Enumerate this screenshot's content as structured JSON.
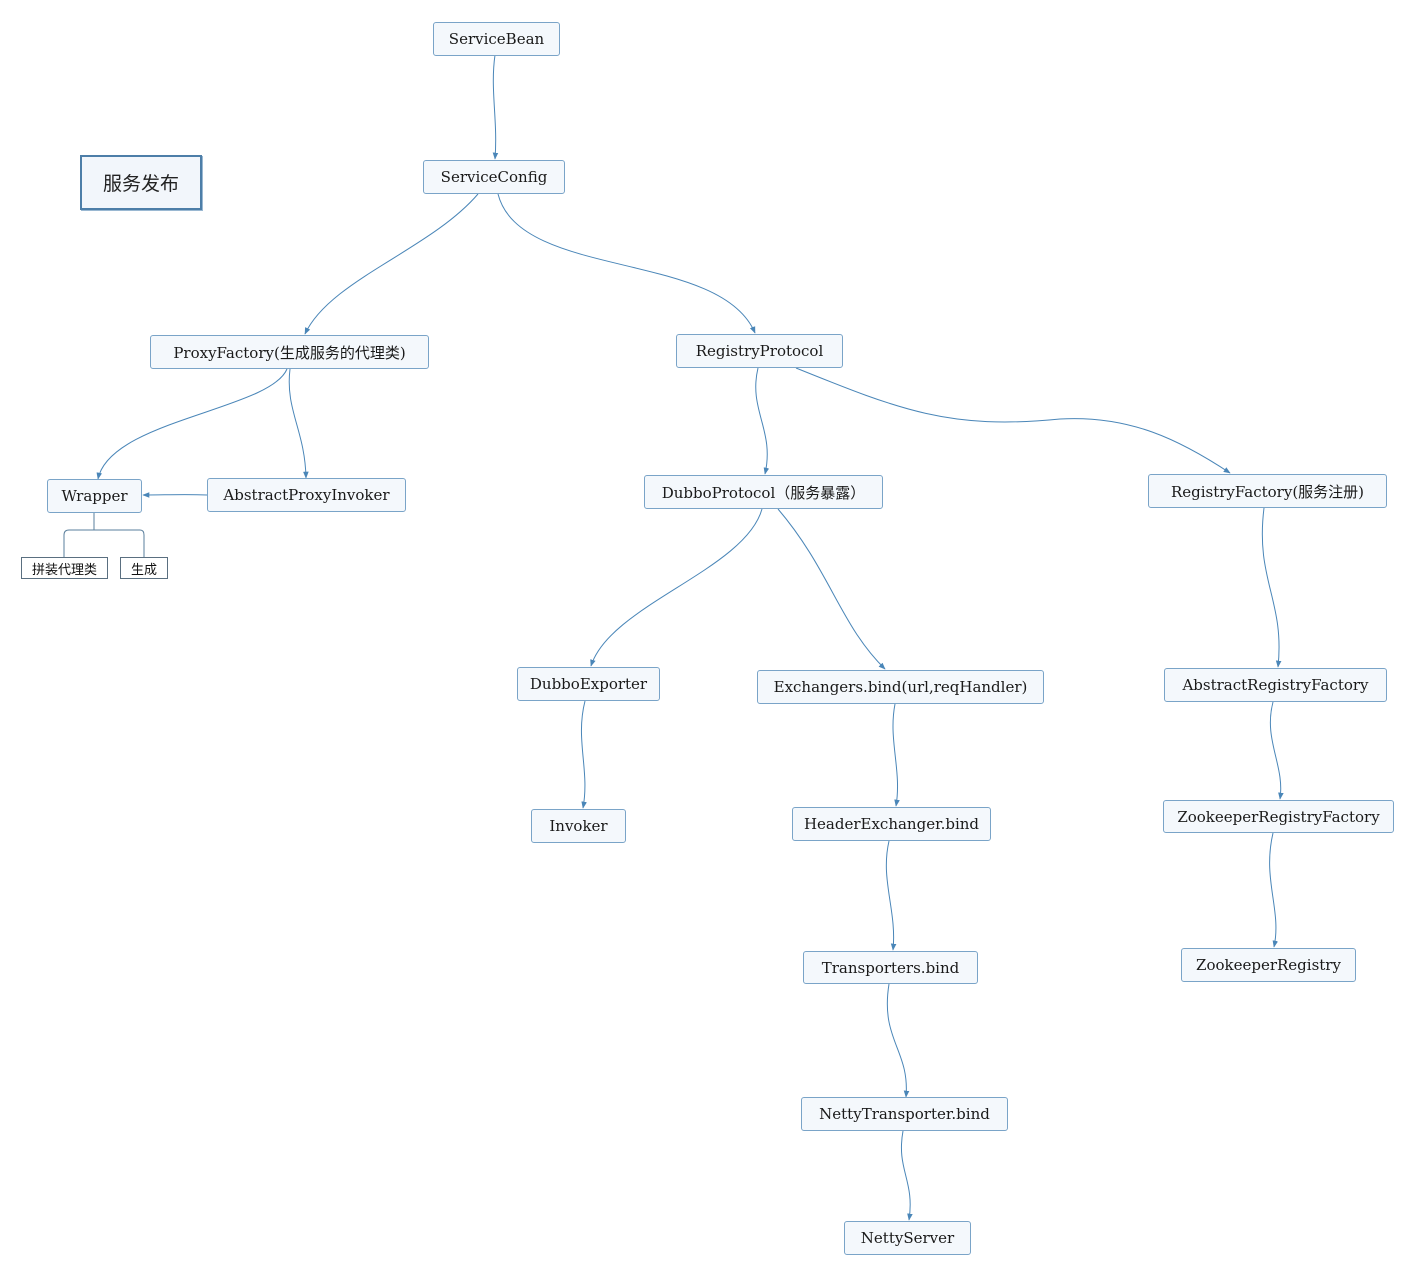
{
  "title": "服务发布",
  "nodes": {
    "serviceBean": "ServiceBean",
    "serviceConfig": "ServiceConfig",
    "proxyFactory": "ProxyFactory(生成服务的代理类)",
    "registryProtocol": "RegistryProtocol",
    "wrapper": "Wrapper",
    "abstractProxyInvoker": "AbstractProxyInvoker",
    "dubboProtocol": "DubboProtocol（服务暴露）",
    "registryFactory": "RegistryFactory(服务注册)",
    "dubboExporter": "DubboExporter",
    "exchangersBind": "Exchangers.bind(url,reqHandler)",
    "abstractRegistryFactory": "AbstractRegistryFactory",
    "invoker": "Invoker",
    "headerExchangerBind": "HeaderExchanger.bind",
    "zookeeperRegistryFactory": "ZookeeperRegistryFactory",
    "transportersBind": "Transporters.bind",
    "zookeeperRegistry": "ZookeeperRegistry",
    "nettyTransporterBind": "NettyTransporter.bind",
    "nettyServer": "NettyServer"
  },
  "wrapper_children": {
    "assemble": "拼装代理类",
    "generate": "生成"
  },
  "colors": {
    "edge": "#4a86b8",
    "node_border": "#7aa4c8",
    "node_fill": "#f4f8fc"
  }
}
